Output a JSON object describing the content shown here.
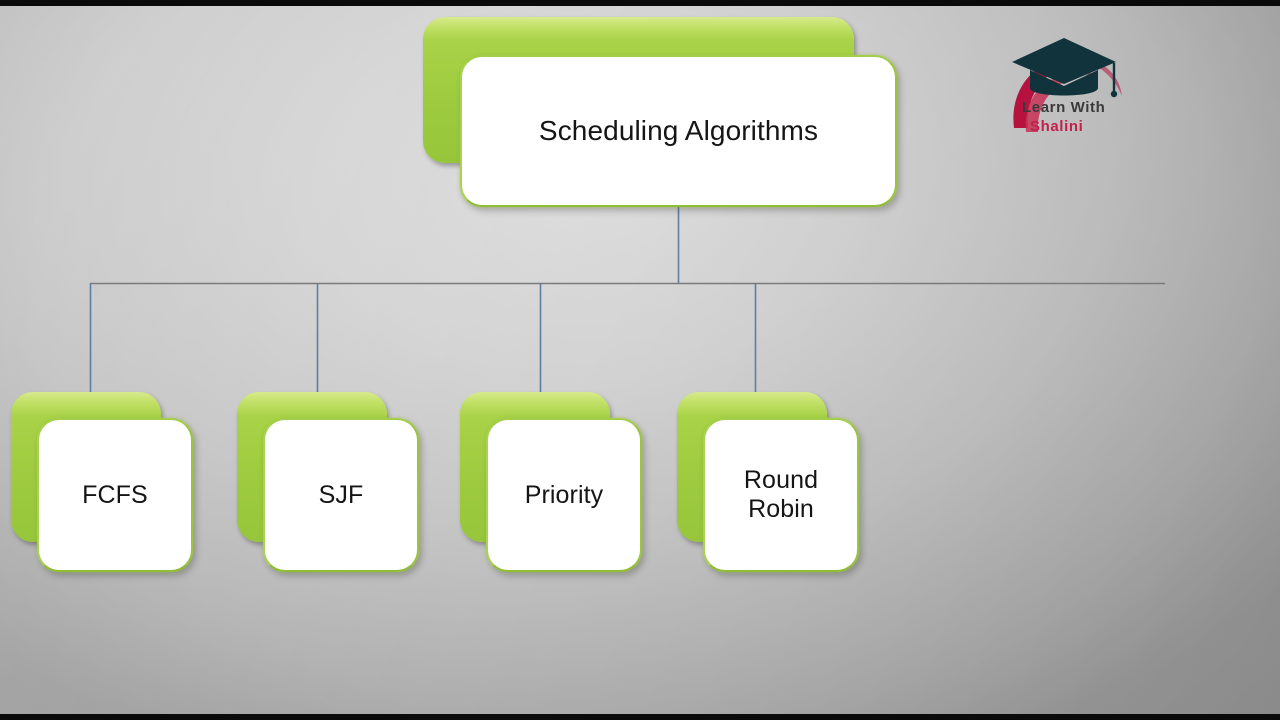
{
  "slide": {
    "background_color": "#d2d2d2",
    "accent_green": "#9ecb3f",
    "connector_color": "#5d7fa4"
  },
  "diagram": {
    "type": "tree",
    "root": {
      "id": "scheduling-algorithms",
      "label": "Scheduling Algorithms"
    },
    "children": [
      {
        "id": "fcfs",
        "label": "FCFS"
      },
      {
        "id": "sjf",
        "label": "SJF"
      },
      {
        "id": "priority",
        "label": "Priority"
      },
      {
        "id": "round-robin",
        "label": "Round\nRobin",
        "line1": "Round",
        "line2": "Robin"
      }
    ]
  },
  "logo": {
    "line1": "Learn With",
    "line2": "Shalini",
    "cap_color": "#10333c",
    "swoosh_color": "#b5123f",
    "line1_color": "#3a3a3a",
    "line2_color": "#c0224a"
  }
}
